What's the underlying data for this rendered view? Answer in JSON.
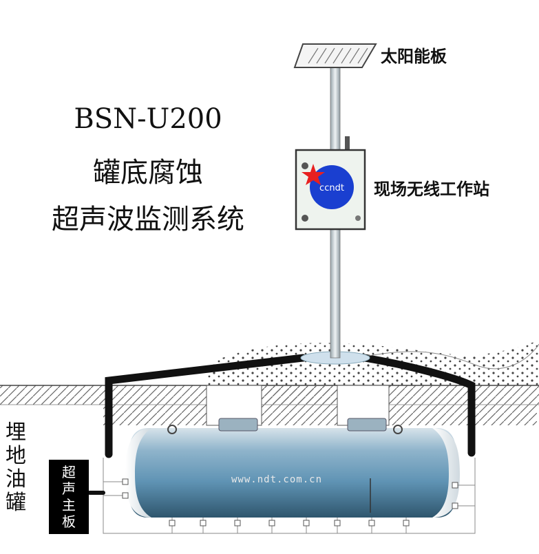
{
  "title": {
    "model": "BSN-U200",
    "line2": "罐底腐蚀",
    "line3": "超声波监测系统"
  },
  "labels": {
    "solar_panel": "太阳能板",
    "field_station": "现场无线工作站",
    "buried_tank": "埋地油罐",
    "ultrasonic_board": "超声主板"
  },
  "logo": {
    "text": "ccndt",
    "color": "#1a3fd0",
    "star_color": "#e82020"
  },
  "watermark": "www.ndt.com.cn",
  "colors": {
    "tank": "#5f93b4",
    "cable": "#111111",
    "hatch": "#555555"
  }
}
